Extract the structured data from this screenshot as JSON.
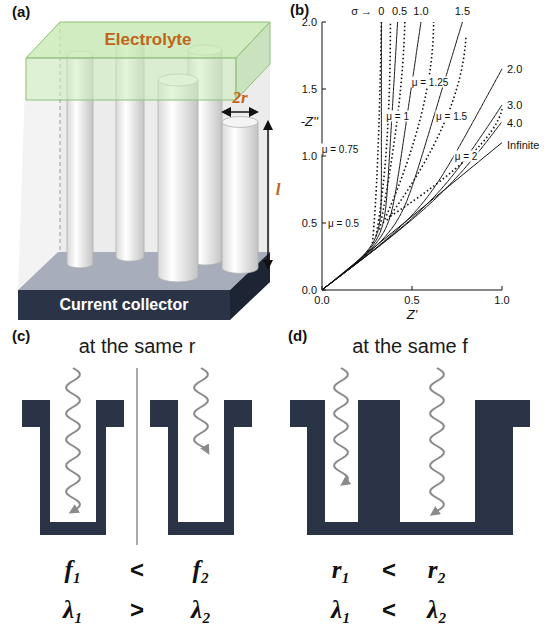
{
  "diagram": {
    "nodes": [
      {
        "text": [
          "Electrolyte"
        ]
      },
      {
        "text": [
          "Current collector"
        ]
      }
    ],
    "labels": [
      "(a)",
      "2r",
      "l",
      "(b)",
      "2.0",
      "1.5",
      "1.0",
      "0.5",
      "0.0",
      "0.0",
      "0.5",
      "1.0",
      "-Z''",
      "Z'",
      "σ →",
      "0",
      "0.5",
      "1.0",
      "1.5",
      "2.0",
      "3.0",
      "4.0",
      "Infinite",
      "μ = 0.5",
      "μ = 0.75",
      "μ = 1",
      "μ = 1.25",
      "μ = 1.5",
      "μ = 2",
      "(c)",
      "at the same r",
      "f₁",
      "<",
      "f₂",
      "λ₁",
      ">",
      "λ₂",
      "(d)",
      "at the same f",
      "r₁",
      "<",
      "r₂",
      "λ₁",
      "<",
      "λ₂"
    ]
  }
}
